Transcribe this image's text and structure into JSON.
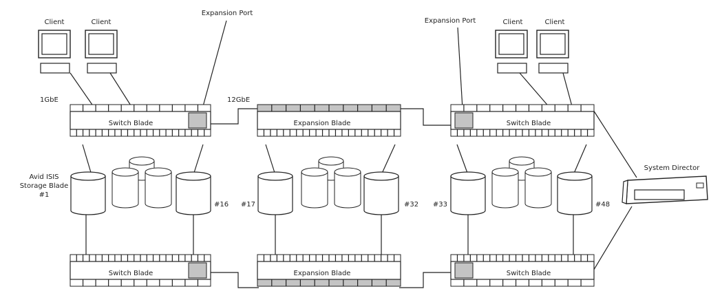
{
  "labels": {
    "client": "Client",
    "expansion_port": "Expansion Port",
    "link_1gbe": "1GbE",
    "link_12gbe": "12GbE",
    "switch_blade": "Switch Blade",
    "expansion_blade": "Expansion Blade",
    "system_director": "System Director",
    "storage_blade_1": "Avid ISIS",
    "storage_blade_2": "Storage Blade",
    "storage_blade_3": "#1",
    "blade_16": "#16",
    "blade_17": "#17",
    "blade_32": "#32",
    "blade_33": "#33",
    "blade_48": "#48"
  },
  "colors": {
    "line": "#222222",
    "port_fill": "#c4c4c4",
    "background": "#ffffff"
  }
}
